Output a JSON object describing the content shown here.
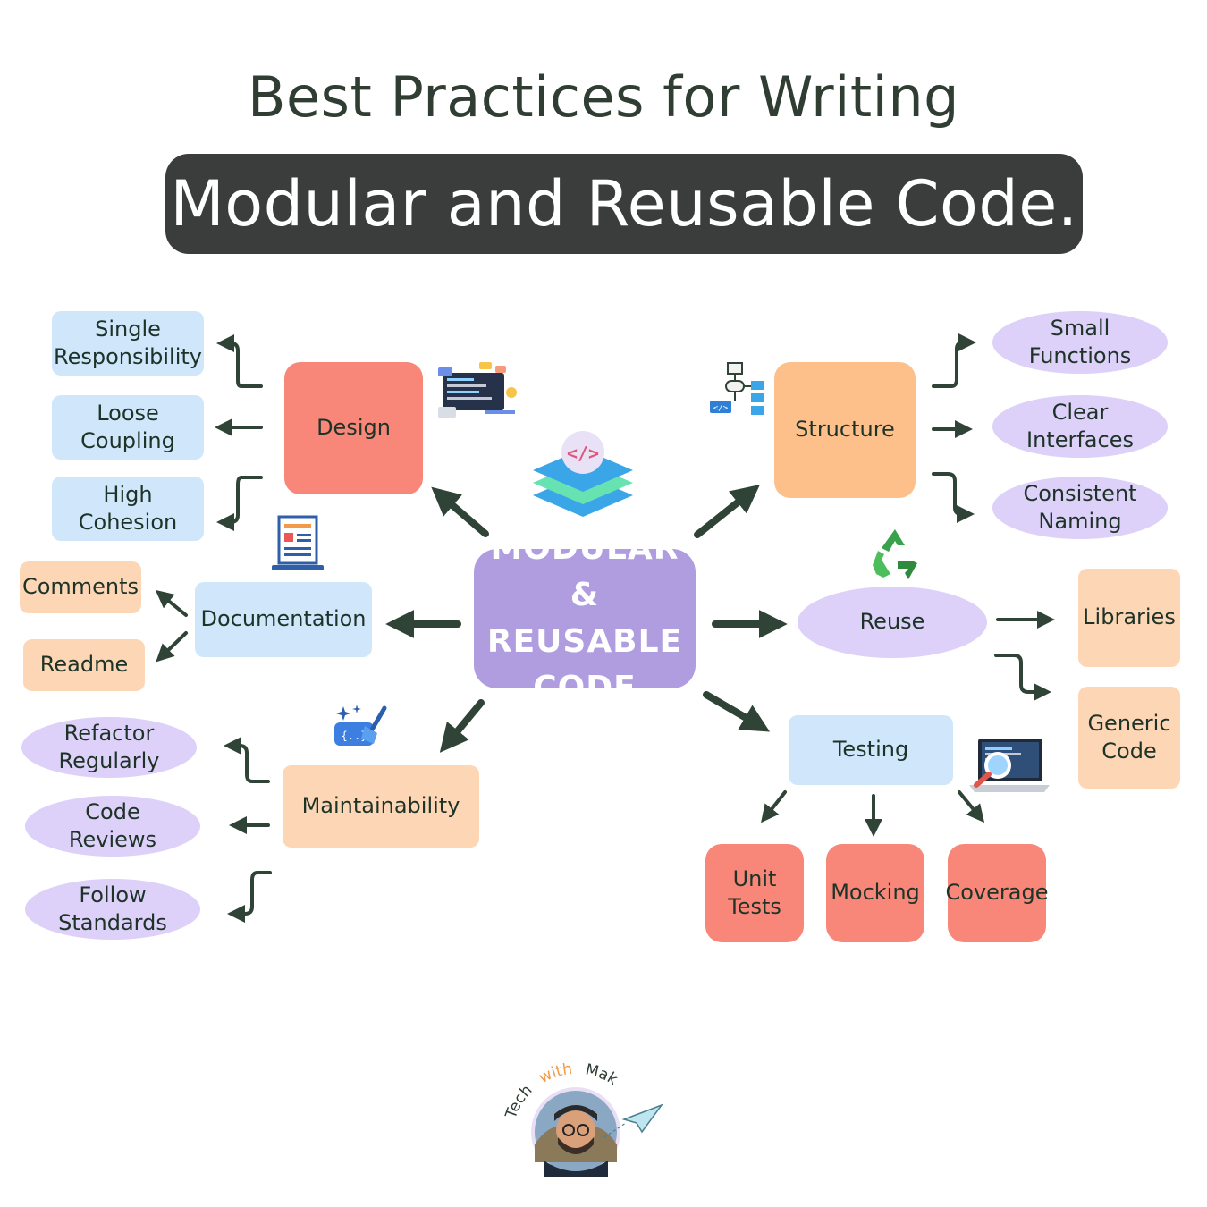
{
  "title": "Best Practices for Writing",
  "subtitle": "Modular and Reusable Code.",
  "center": "MODULAR\n& REUSABLE\nCODE",
  "branches": {
    "design": {
      "label": "Design",
      "children": [
        "Single\nResponsibility",
        "Loose\nCoupling",
        "High\nCohesion"
      ]
    },
    "structure": {
      "label": "Structure",
      "children": [
        "Small\nFunctions",
        "Clear\nInterfaces",
        "Consistent\nNaming"
      ]
    },
    "documentation": {
      "label": "Documentation",
      "children": [
        "Comments",
        "Readme"
      ]
    },
    "reuse": {
      "label": "Reuse",
      "children": [
        "Libraries",
        "Generic\nCode"
      ]
    },
    "maintainability": {
      "label": "Maintainability",
      "children": [
        "Refactor\nRegularly",
        "Code\nReviews",
        "Follow\nStandards"
      ]
    },
    "testing": {
      "label": "Testing",
      "children": [
        "Unit\nTests",
        "Mocking",
        "Coverage"
      ]
    }
  },
  "logo": {
    "tech": "Tech",
    "with": "with",
    "name": "Mak"
  },
  "colors": {
    "arrow": "#2f4436",
    "blue": "#cfe6fb",
    "red": "#f8877a",
    "orange": "#fdc08a",
    "peach": "#fdd6b5",
    "purple": "#ddd0f9",
    "center": "#b09ddf",
    "banner": "#3b3d3c"
  },
  "icons": [
    "code-layers-icon",
    "code-editor-icon",
    "flowchart-icon",
    "document-icon",
    "recycle-icon",
    "brush-code-icon",
    "laptop-search-icon",
    "paper-plane-icon"
  ]
}
